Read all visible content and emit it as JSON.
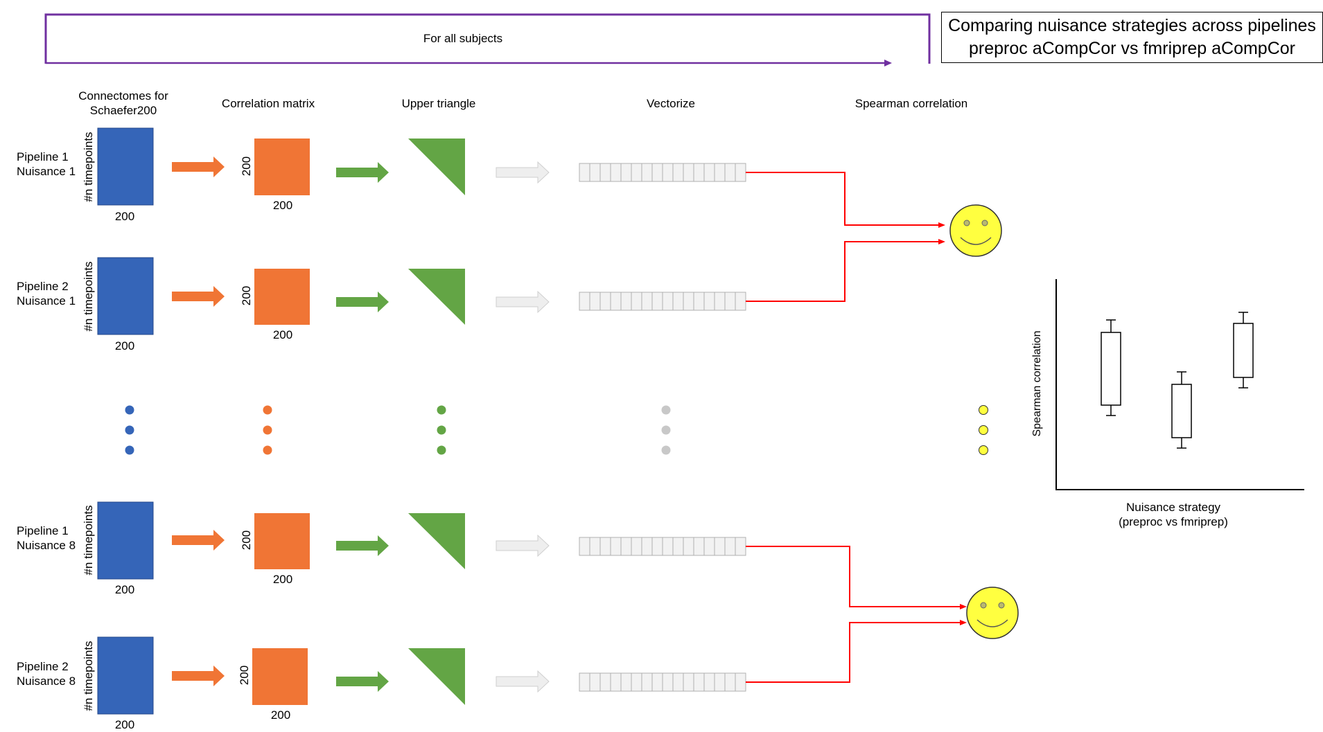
{
  "title": {
    "line1": "Comparing nuisance strategies across pipelines",
    "line2": "preproc aCompCor vs fmriprep aCompCor"
  },
  "loop_label": "For all subjects",
  "column_headers": {
    "connectomes_line1": "Connectomes for",
    "connectomes_line2": "Schaefer200",
    "correlation_matrix": "Correlation matrix",
    "upper_triangle": "Upper triangle",
    "vectorize": "Vectorize",
    "spearman": "Spearman correlation"
  },
  "rows": [
    {
      "pipeline": "Pipeline 1",
      "nuisance": "Nuisance 1"
    },
    {
      "pipeline": "Pipeline 2",
      "nuisance": "Nuisance 1"
    },
    {
      "pipeline": "Pipeline 1",
      "nuisance": "Nuisance 8"
    },
    {
      "pipeline": "Pipeline 2",
      "nuisance": "Nuisance 8"
    }
  ],
  "timeseries_ylabel": "#n timepoints",
  "dim_label": "200",
  "boxplot": {
    "ylabel": "Spearman correlation",
    "xlabel_line1": "Nuisance strategy",
    "xlabel_line2": "(preproc vs fmriprep)"
  },
  "colors": {
    "connectome_blue": "#3565b8",
    "matrix_orange": "#f07535",
    "triangle_green": "#63a545",
    "vector_gray": "#c8c8c8",
    "smiley_yellow": "#ffff40",
    "loop_purple": "#7030a0",
    "link_red": "#ff0000"
  }
}
